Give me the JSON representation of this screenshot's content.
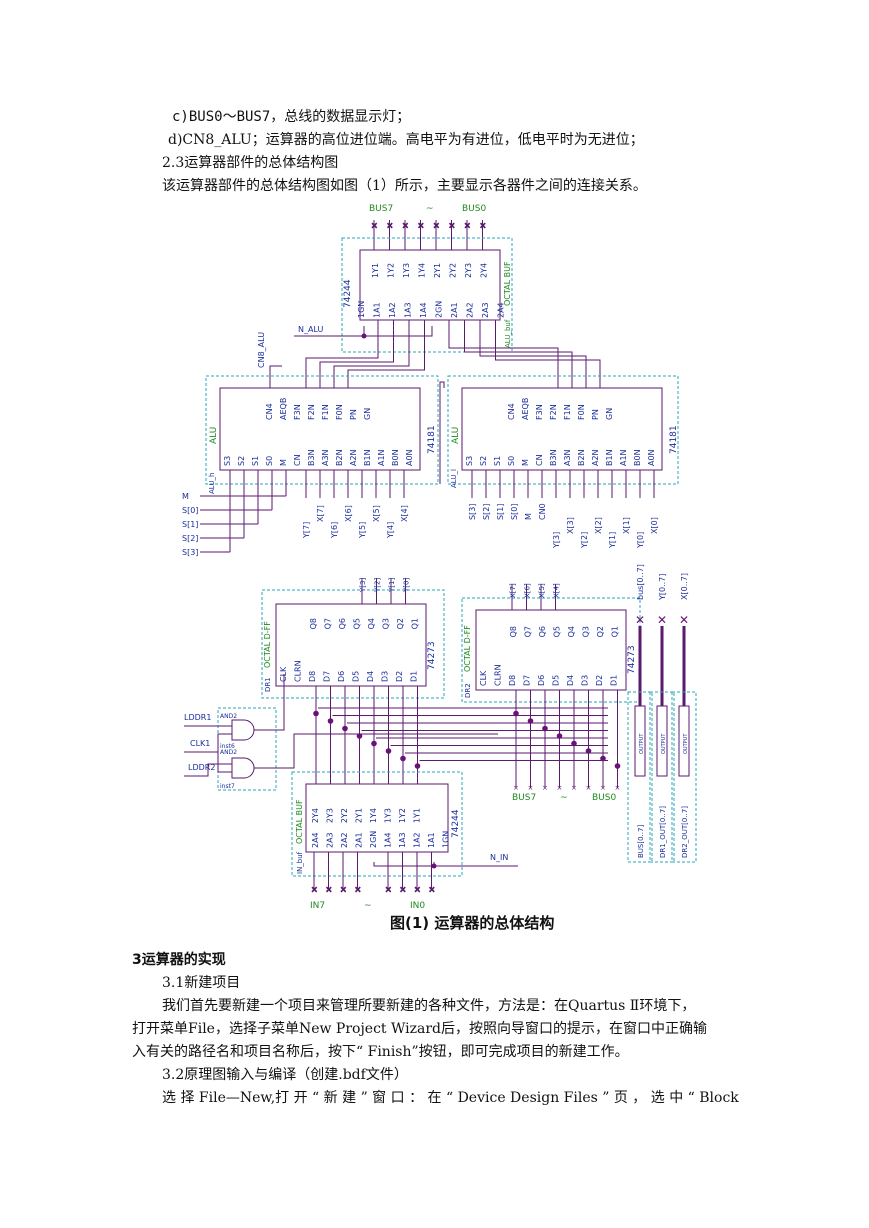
{
  "top_text": {
    "line_c": "c)BUS0～BUS7，总线的数据显示灯；",
    "line_d": "d)CN8_ALU；运算器的高位进位端。高电平为有进位，低电平时为无进位；",
    "section_2_3": "2.3运算器部件的总体结构图",
    "intro": "该运算器部件的总体结构图如图（1）所示，主要显示各器件之间的连接关系。"
  },
  "figure": {
    "bus_top_left": "BUS7",
    "bus_top_tilde": "~",
    "bus_top_right": "BUS0",
    "chip_74244_top": {
      "part": "74244",
      "type": "OCTAL BUF",
      "inst": "ALU_buf",
      "pins_top": [
        "1Y1",
        "1Y2",
        "1Y3",
        "1Y4",
        "2Y1",
        "2Y2",
        "2Y3",
        "2Y4"
      ],
      "pins_bottom": [
        "1GN",
        "1A1",
        "1A2",
        "1A3",
        "1A4",
        "2GN",
        "2A1",
        "2A2",
        "2A3",
        "2A4"
      ]
    },
    "cn8_label": "CN8_ALU",
    "n_alu_label": "N_ALU",
    "alu_left": {
      "part": "74181",
      "type": "ALU",
      "inst": "ALU_h",
      "pins_top": [
        "CN4",
        "AEQB",
        "F3N",
        "F2N",
        "F1N",
        "F0N",
        "PN",
        "GN"
      ],
      "pins_bottom": [
        "S3",
        "S2",
        "S1",
        "S0",
        "M",
        "CN",
        "B3N",
        "A3N",
        "B2N",
        "A2N",
        "B1N",
        "A1N",
        "B0N",
        "A0N"
      ]
    },
    "alu_right": {
      "part": "74181",
      "type": "ALU",
      "inst": "ALU_l",
      "pins_top": [
        "CN4",
        "AEQB",
        "F3N",
        "F2N",
        "F1N",
        "F0N",
        "PN",
        "GN"
      ],
      "pins_bottom": [
        "S3",
        "S2",
        "S1",
        "S0",
        "M",
        "CN",
        "B3N",
        "A3N",
        "B2N",
        "A2N",
        "B1N",
        "A1N",
        "B0N",
        "A0N"
      ]
    },
    "ctrl_inputs": [
      "M",
      "S[0]",
      "S[1]",
      "S[2]",
      "S[3]"
    ],
    "left_alu_signals": [
      "Y[7]",
      "X[7]",
      "Y[6]",
      "X[6]",
      "Y[5]",
      "X[5]",
      "Y[4]",
      "X[4]"
    ],
    "right_alu_signals": [
      "S[3]",
      "S[2]",
      "S[1]",
      "S[0]",
      "M",
      "CN0",
      "Y[3]",
      "X[3]",
      "Y[2]",
      "X[2]",
      "Y[1]",
      "X[1]",
      "Y[0]",
      "X[0]"
    ],
    "dr1": {
      "part": "74273",
      "type": "OCTAL D-FF",
      "inst": "DR1",
      "pins_top": [
        "Q8",
        "Q7",
        "Q6",
        "Q5",
        "Q4",
        "Q3",
        "Q2",
        "Q1"
      ],
      "pins_bottom": [
        "CLK",
        "CLRN",
        "D8",
        "D7",
        "D6",
        "D5",
        "D4",
        "D3",
        "D2",
        "D1"
      ],
      "in_signals": [
        "Y[3]",
        "Y[2]",
        "Y[1]",
        "Y[0]"
      ]
    },
    "dr2": {
      "part": "74273",
      "type": "OCTAL D-FF",
      "inst": "DR2",
      "pins_top": [
        "Q8",
        "Q7",
        "Q6",
        "Q5",
        "Q4",
        "Q3",
        "Q2",
        "Q1"
      ],
      "pins_bottom": [
        "CLK",
        "CLRN",
        "D8",
        "D7",
        "D6",
        "D5",
        "D4",
        "D3",
        "D2",
        "D1"
      ],
      "in_signals": [
        "X[7]",
        "X[6]",
        "X[5]",
        "X[4]"
      ]
    },
    "outputs": [
      "bus[0..7]",
      "Y[0..7]",
      "X[0..7]"
    ],
    "output_blocks": [
      "BUS[0..7]",
      "DR1_OUT[0..7]",
      "DR2_OUT[0..7]"
    ],
    "output_pin": "OUTPUT",
    "gate_labels": [
      "AND2",
      "AND2"
    ],
    "gate_insts": [
      "inst6",
      "inst7"
    ],
    "lddr1": "LDDR1",
    "clk": "CLK1",
    "lddr2": "LDDR2",
    "bus_mid_left": "BUS7",
    "bus_mid_tilde": "~",
    "bus_mid_right": "BUS0",
    "chip_74244_bottom": {
      "part": "74244",
      "type": "OCTAL BUF",
      "inst": "IN_buf",
      "pins_top": [
        "2Y4",
        "2Y3",
        "2Y2",
        "2Y1",
        "1Y4",
        "1Y3",
        "1Y2",
        "1Y1"
      ],
      "pins_bottom": [
        "2A4",
        "2A3",
        "2A2",
        "2A1",
        "2GN",
        "1A4",
        "1A3",
        "1A2",
        "1A1",
        "1GN"
      ]
    },
    "n_in_label": "N_IN",
    "in_left": "IN7",
    "in_tilde": "~",
    "in_right": "IN0",
    "caption": "图(1)  运算器的总体结构"
  },
  "section3": {
    "heading": "3运算器的实现",
    "sub_3_1": "3.1新建项目",
    "para_3_1_l1": "我们首先要新建一个项目来管理所要新建的各种文件，方法是：在Quartus  Ⅱ环境下，",
    "para_3_1_l2": "打开菜单File，选择子菜单New Project Wizard后，按照向导窗口的提示，在窗口中正确输",
    "para_3_1_l3": "入有关的路径名和项目名称后，按下“ Finish”按钮，即可完成项目的新建工作。",
    "sub_3_2": "3.2原理图输入与编译（创建.bdf文件）",
    "para_3_2_l1": "选 择 File—New,打 开 “ 新 建 ” 窗 口 ： 在 “ Device Design Files ” 页 ， 选 中 “ Block"
  },
  "colors": {
    "wire": "#5a1a6e",
    "label_blue": "#1c2f9a",
    "label_green": "#1f8a1f",
    "dash": "#2aa6b8",
    "dot": "#6a1078"
  }
}
